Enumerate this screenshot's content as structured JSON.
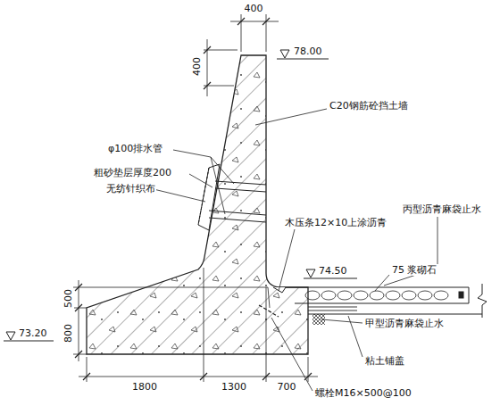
{
  "diagram": {
    "labels": [
      "400",
      "400",
      "78.00",
      "C20钢筋砼挡土墙",
      "φ100排水管",
      "粗砂垫层厚度200",
      "无纺针织布",
      "丙型沥青麻袋止水",
      "木压条12×10上涂沥青",
      "74.50",
      "75 浆砌石",
      "甲型沥青麻袋止水",
      "粘土铺盖",
      "500",
      "800",
      "73.20",
      "螺栓M16×500@100",
      "1800",
      "1300",
      "700"
    ]
  }
}
